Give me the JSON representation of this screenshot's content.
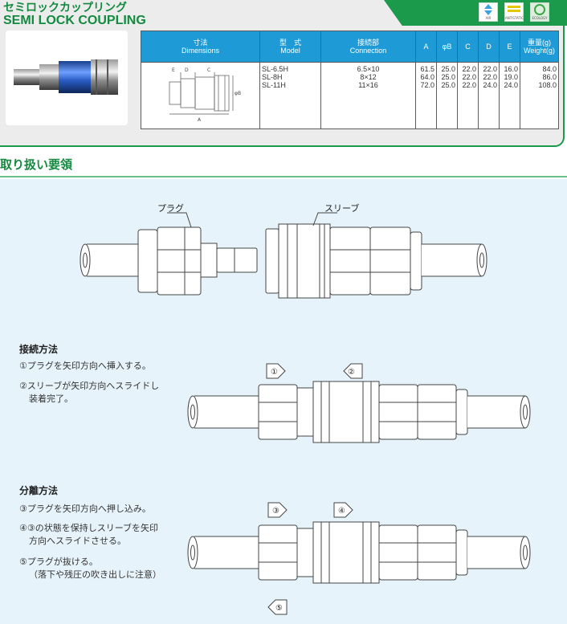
{
  "header": {
    "title_jp": "セミロックカップリング",
    "title_en": "SEMI LOCK COUPLING",
    "badges": [
      {
        "icon": "air-icon",
        "label": "AIR",
        "color": "#3aa0e0"
      },
      {
        "icon": "antistatic-icon",
        "label": "ANTISTATIC",
        "color": "#e5c800"
      },
      {
        "icon": "eco-icon",
        "label": "ECOLOGY",
        "color": "#3aa845"
      }
    ]
  },
  "spec_table": {
    "columns": [
      {
        "jp": "寸法",
        "en": "Dimensions"
      },
      {
        "jp": "型　式",
        "en": "Model"
      },
      {
        "jp": "接続部",
        "en": "Connection"
      },
      {
        "jp": "A",
        "en": ""
      },
      {
        "jp": "φB",
        "en": ""
      },
      {
        "jp": "C",
        "en": ""
      },
      {
        "jp": "D",
        "en": ""
      },
      {
        "jp": "E",
        "en": ""
      },
      {
        "jp": "重量(g)",
        "en": "Weight(g)"
      }
    ],
    "dimension_labels": {
      "a": "A",
      "b": "φB",
      "c": "C",
      "d": "D",
      "e": "E"
    },
    "rows": [
      {
        "model": "SL-6.5H",
        "connection": "6.5×10",
        "a": "61.5",
        "b": "25.0",
        "c": "22.0",
        "d": "22.0",
        "e": "16.0",
        "weight": "84.0"
      },
      {
        "model": "SL-8H",
        "connection": "8×12",
        "a": "64.0",
        "b": "25.0",
        "c": "22.0",
        "d": "22.0",
        "e": "19.0",
        "weight": "86.0"
      },
      {
        "model": "SL-11H",
        "connection": "11×16",
        "a": "72.0",
        "b": "25.0",
        "c": "22.0",
        "d": "24.0",
        "e": "24.0",
        "weight": "108.0"
      }
    ]
  },
  "section": {
    "title": "取り扱い要領"
  },
  "diagram": {
    "plug_label": "プラグ",
    "sleeve_label": "スリーブ"
  },
  "connect": {
    "title": "接続方法",
    "steps": [
      "①プラグを矢印方向へ挿入する。",
      "②スリーブが矢印方向へスライドし",
      "装着完了。"
    ],
    "arrows": [
      "①",
      "②"
    ]
  },
  "disconnect": {
    "title": "分離方法",
    "steps": [
      "③プラグを矢印方向へ押し込み。",
      "④③の状態を保持しスリーブを矢印",
      "方向へスライドさせる。",
      "⑤プラグが抜ける。",
      "（落下や残圧の吹き出しに注意）"
    ],
    "arrows": [
      "③",
      "④",
      "⑤"
    ]
  }
}
